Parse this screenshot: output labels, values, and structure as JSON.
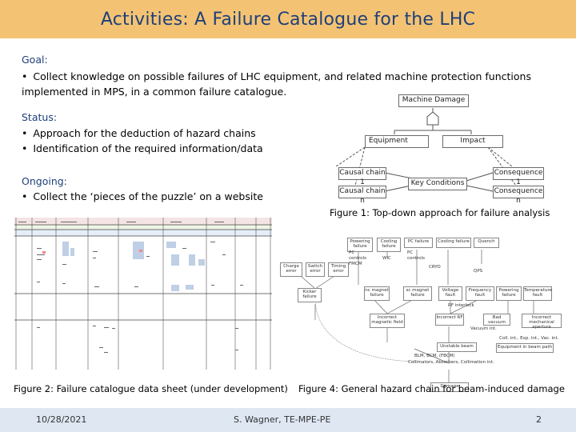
{
  "header": {
    "title": "Activities: A Failure Catalogue for the LHC"
  },
  "goal": {
    "heading": "Goal:",
    "bullet_line1": "Collect knowledge on possible failures of LHC equipment, and related machine protection functions",
    "bullet_line2": "implemented in MPS, in a common failure catalogue."
  },
  "status": {
    "heading": "Status:",
    "items": [
      "Approach for the deduction of hazard chains",
      "Identification of the required information/data"
    ]
  },
  "ongoing": {
    "heading": "Ongoing:",
    "items": [
      "Collect the ‘pieces of the puzzle’ on a website"
    ]
  },
  "figure1": {
    "caption": "Figure 1: Top-down approach for failure analysis",
    "boxes": {
      "machine_damage": "Machine Damage",
      "equipment": "Equipment",
      "impact": "Impact",
      "causal_chain_1": "Causal chain 1",
      "causal_chain_n": "Causal chain n",
      "key_conditions": "Key Conditions",
      "consequence_1": "Consequence 1",
      "consequence_n": "Consequence n"
    }
  },
  "figure2": {
    "caption": "Figure 2: Failure catalogue data sheet (under development)"
  },
  "figure4": {
    "caption": "Figure 4: General hazard chain for beam-induced damage",
    "boxes": {
      "powering_failure": "Powering failure",
      "cooling_failure": "Cooling failure",
      "pc_failure": "PC failure",
      "cooling_failure2": "Cooling failure",
      "quench": "Quench",
      "pc_controls_fmcm": "PC controls FMCM",
      "wic": "WIC",
      "pc_controls": "PC controls",
      "cryo": "CRYO",
      "charge_error": "Charge error",
      "switch_error": "Switch error",
      "timing_error": "Timing error",
      "qps": "QPS",
      "kicker_failure": "Kicker failure",
      "nc_magnet_failure": "nc magnet failure",
      "sc_magnet_failure": "sc magnet failure",
      "voltage_fault": "Voltage fault",
      "frequency_fault": "Frequency fault",
      "powering_failure2": "Powering failure",
      "temperature_fault": "Temperature fault",
      "rf_interlock": "RF interlock",
      "incorrect_magnetic_field": "Incorrect magnetic field",
      "incorrect_rf": "Incorrect RF",
      "bad_vacuum": "Bad vacuum",
      "incorrect_mechanical_aperture": "Incorrect mechanical aperture",
      "vacuum_int": "Vacuum int.",
      "unstable_beam": "Unstable beam",
      "coll_ext_int": "Coll. int., Exp. int., Vac. int.",
      "equipment_in_beampath": "Equipment in beam path",
      "blm_bpm": "BLM, BCM, (FBCM)",
      "collimators": "Collimators, Absorbers, Collimation int.",
      "damage": "Damage"
    }
  },
  "footer": {
    "date": "10/28/2021",
    "author": "S. Wagner, TE-MPE-PE",
    "page": "2"
  },
  "colors": {
    "title_bar": "#f3c373",
    "title_text": "#1f3f7a",
    "footer_bg": "#dfe7f3"
  }
}
